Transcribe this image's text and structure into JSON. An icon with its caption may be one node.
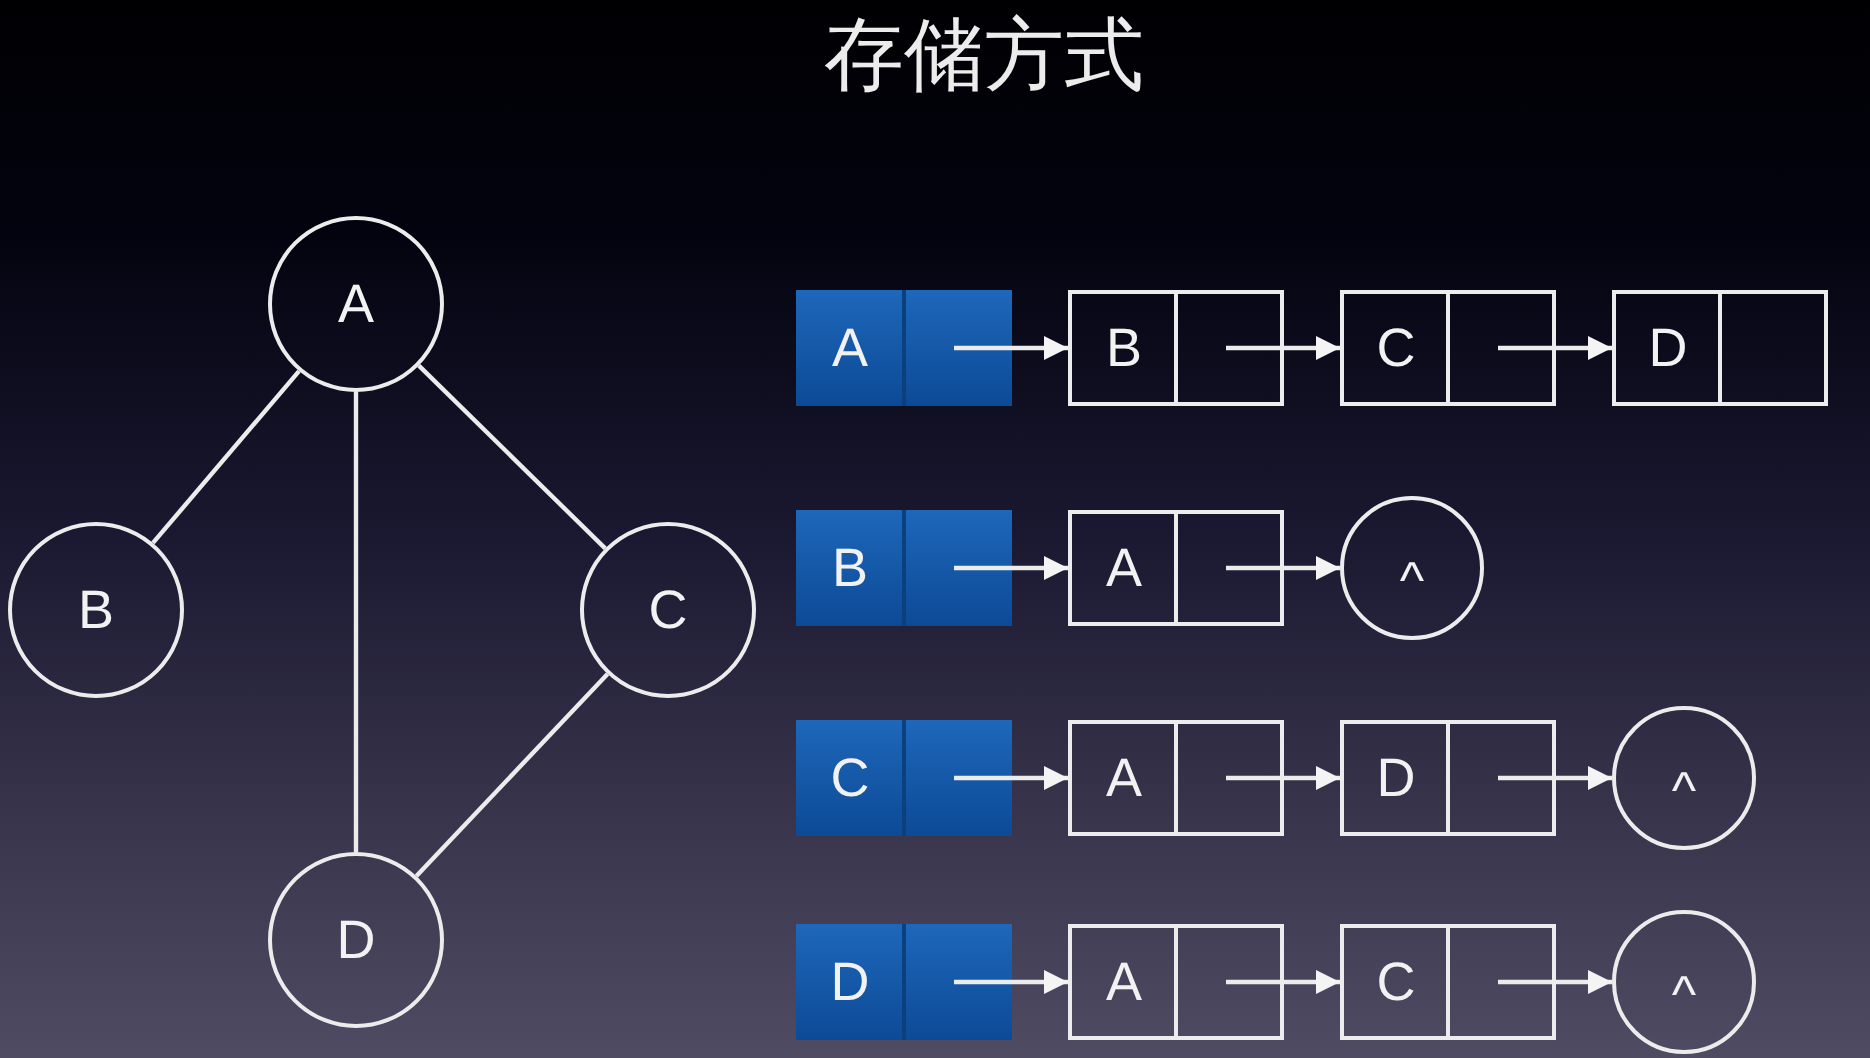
{
  "diagram": {
    "title": "存储方式",
    "nodes": [
      {
        "text": [
          "A"
        ]
      },
      {
        "text": [
          "B"
        ]
      },
      {
        "text": [
          "C"
        ]
      },
      {
        "text": [
          "D"
        ]
      },
      {
        "text": [
          "A"
        ]
      },
      {
        "text": [
          "B"
        ]
      },
      {
        "text": [
          "C"
        ]
      },
      {
        "text": [
          "D"
        ]
      },
      {
        "text": [
          "B"
        ]
      },
      {
        "text": [
          "A"
        ]
      },
      {
        "text": [
          "^"
        ]
      },
      {
        "text": [
          "C"
        ]
      },
      {
        "text": [
          "A"
        ]
      },
      {
        "text": [
          "D"
        ]
      },
      {
        "text": [
          "^"
        ]
      },
      {
        "text": [
          "D"
        ]
      },
      {
        "text": [
          "A"
        ]
      },
      {
        "text": [
          "C"
        ]
      },
      {
        "text": [
          "^"
        ]
      }
    ],
    "edges": [
      {
        "from": 0,
        "to": 1,
        "arrow": "none"
      },
      {
        "from": 0,
        "to": 3,
        "arrow": "none"
      },
      {
        "from": 0,
        "to": 2,
        "arrow": "none"
      },
      {
        "from": 2,
        "to": 3,
        "arrow": "none"
      },
      {
        "from": 4,
        "to": 5,
        "arrow": "to"
      },
      {
        "from": 5,
        "to": 6,
        "arrow": "to"
      },
      {
        "from": 6,
        "to": 7,
        "arrow": "to"
      },
      {
        "from": 8,
        "to": 9,
        "arrow": "to"
      },
      {
        "from": 9,
        "to": 10,
        "arrow": "to"
      },
      {
        "from": 11,
        "to": 12,
        "arrow": "to"
      },
      {
        "from": 12,
        "to": 13,
        "arrow": "to"
      },
      {
        "from": 13,
        "to": 14,
        "arrow": "to"
      },
      {
        "from": 15,
        "to": 16,
        "arrow": "to"
      },
      {
        "from": 16,
        "to": 17,
        "arrow": "to"
      },
      {
        "from": 17,
        "to": 18,
        "arrow": "to"
      }
    ]
  }
}
